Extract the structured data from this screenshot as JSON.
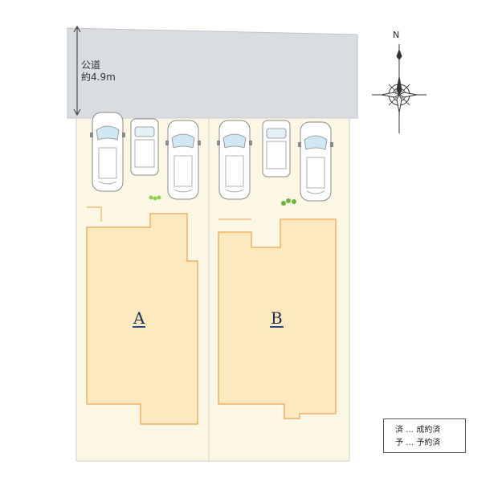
{
  "road": {
    "label_line1": "公道",
    "label_line2": "約4.9m"
  },
  "compass": {
    "north_label": "N"
  },
  "lots": [
    {
      "label": "A",
      "parking_spaces": 3
    },
    {
      "label": "B",
      "parking_spaces": 3
    }
  ],
  "legend": {
    "row1": "済 … 成約済",
    "row2": "予 … 予約済"
  },
  "colors": {
    "road": "#d9dde1",
    "lot_ground": "#fbf7e4",
    "building": "#fde9bf",
    "building_outline": "#eab267",
    "label_underline": "#2a4c8c",
    "car_window": "#cfe8f4"
  }
}
